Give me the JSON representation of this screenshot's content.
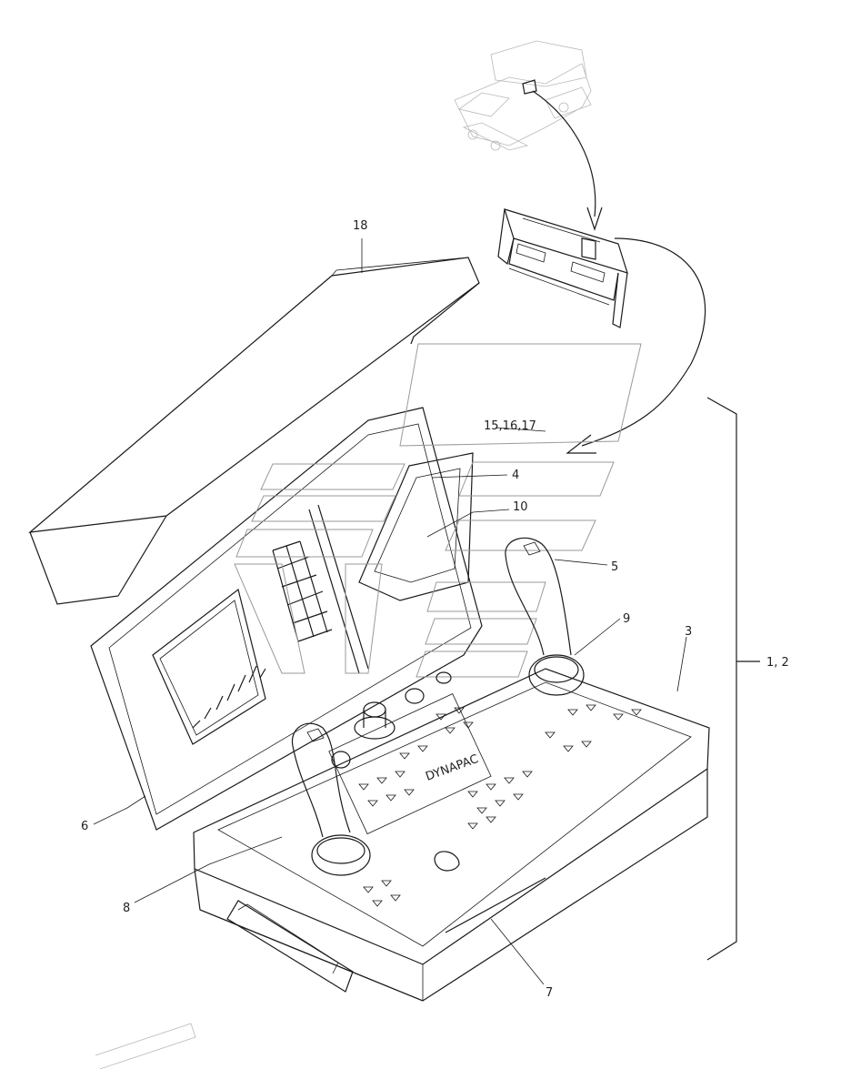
{
  "diagram": {
    "labels": {
      "cover": "18",
      "monitor_group": "15,16,17",
      "display_frame": "4",
      "screen": "10",
      "right_joystick": "5",
      "right_joystick_base": "9",
      "console_body": "3",
      "assembly": "1, 2",
      "left_panel": "6",
      "left_joystick_base": "8",
      "knob": "7",
      "brand": "DYNAPAC"
    }
  }
}
